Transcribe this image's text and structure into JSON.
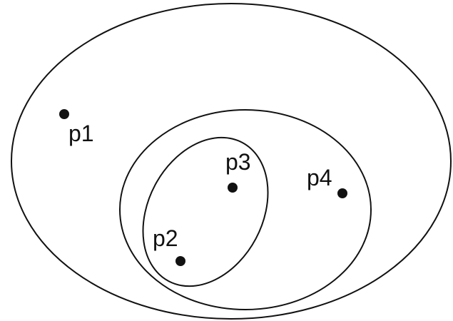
{
  "points": [
    {
      "id": "p1",
      "label": "p1"
    },
    {
      "id": "p2",
      "label": "p2"
    },
    {
      "id": "p3",
      "label": "p3"
    },
    {
      "id": "p4",
      "label": "p4"
    }
  ],
  "colors": {
    "stroke": "#111111",
    "background": "#ffffff"
  }
}
